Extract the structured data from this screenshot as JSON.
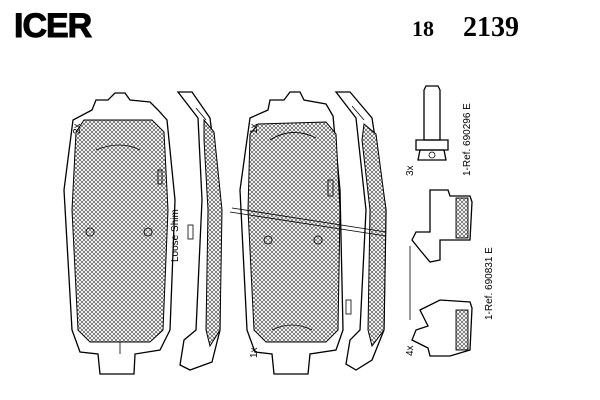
{
  "brand": {
    "logo_text": "ICER"
  },
  "part": {
    "code_prefix": "18",
    "code_main": "2139"
  },
  "labels": {
    "qty_2x": "2x",
    "qty_1x_top": "1x",
    "qty_1x_bottom": "1x",
    "loose_shim": "Loose Shim",
    "qty_3x": "3x",
    "ref_1": "1-Ref. 690296 E",
    "ref_2": "1-Ref. 690831 E",
    "qty_4x": "4x"
  }
}
